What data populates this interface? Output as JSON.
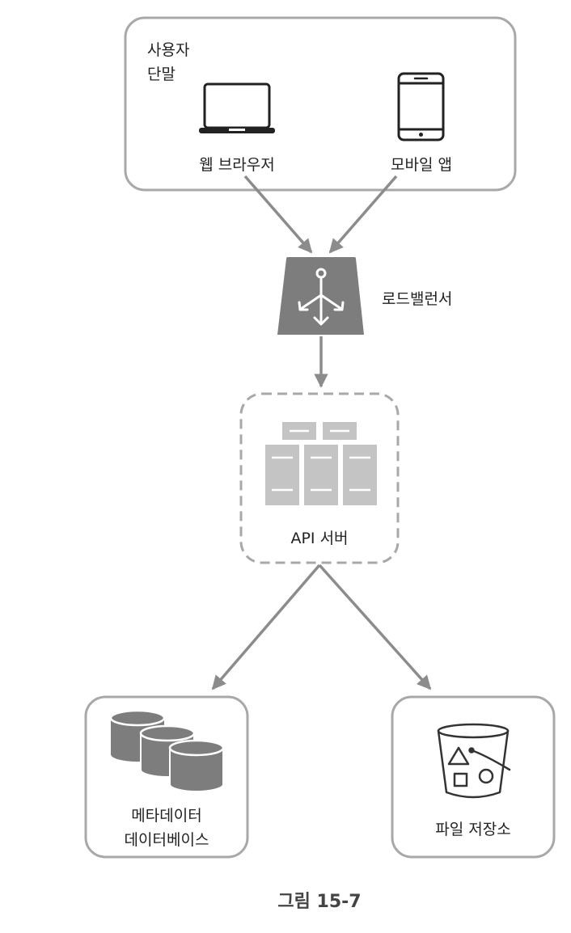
{
  "user_devices": {
    "group_label_line1": "사용자",
    "group_label_line2": "단말",
    "web_browser_label": "웹 브라우저",
    "mobile_app_label": "모바일 앱"
  },
  "load_balancer": {
    "label": "로드밸런서"
  },
  "api_server": {
    "label": "API 서버"
  },
  "metadata_db": {
    "label_line1": "메타데이터",
    "label_line2": "데이터베이스"
  },
  "file_storage": {
    "label": "파일 저장소"
  },
  "figure_caption": "그림 15-7",
  "colors": {
    "box_stroke": "#a8a8a8",
    "arrow": "#8c8c8c",
    "icon_fill": "#7d7d7d",
    "server_fill": "#c4c4c4"
  }
}
